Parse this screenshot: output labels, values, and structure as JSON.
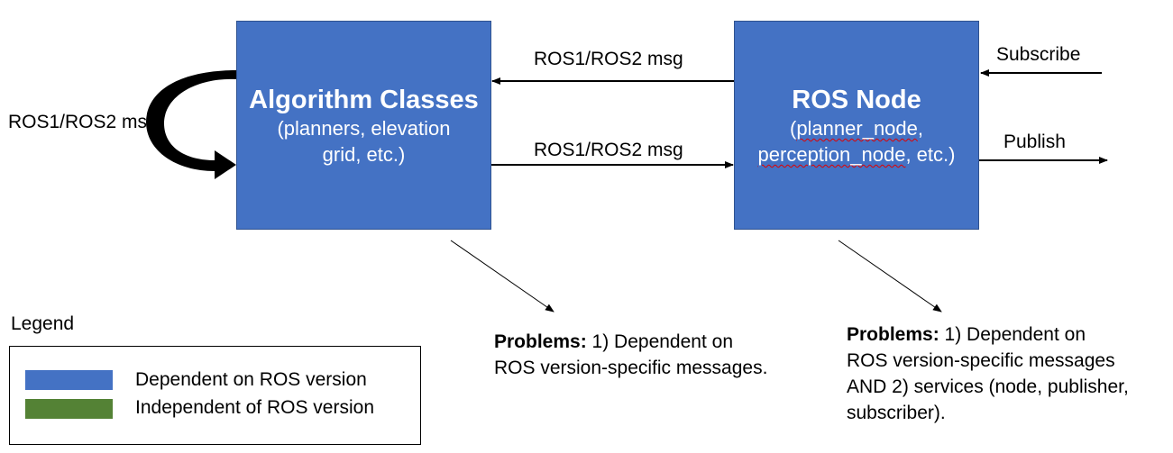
{
  "algorithm_box": {
    "title": "Algorithm Classes",
    "sub_line1": "(planners, elevation",
    "sub_line2": "grid, etc.)"
  },
  "ros_node_box": {
    "title": "ROS Node",
    "sub_line1_open": "(",
    "sub_line1_word": "planner_node",
    "sub_line1_tail": ",",
    "sub_line2_word": "perception_node",
    "sub_line2_tail": ", etc.)"
  },
  "edges": {
    "node_to_alg": "ROS1/ROS2 msg",
    "alg_to_node": "ROS1/ROS2 msg",
    "self_loop": "ROS1/ROS2 msg",
    "subscribe": "Subscribe",
    "publish": "Publish"
  },
  "problems_left": {
    "bold": "Problems:",
    "line1": " 1) Dependent on",
    "line2": "ROS version-specific messages."
  },
  "problems_right": {
    "bold": "Problems:",
    "line1": " 1) Dependent on",
    "line2": "ROS version-specific messages",
    "line3": "AND 2) services (node, publisher,",
    "line4": "subscriber)."
  },
  "legend": {
    "title": "Legend",
    "items": [
      {
        "label": "Dependent on ROS version",
        "color": "#4472c4"
      },
      {
        "label": "Independent of ROS version",
        "color": "#548235"
      }
    ]
  }
}
